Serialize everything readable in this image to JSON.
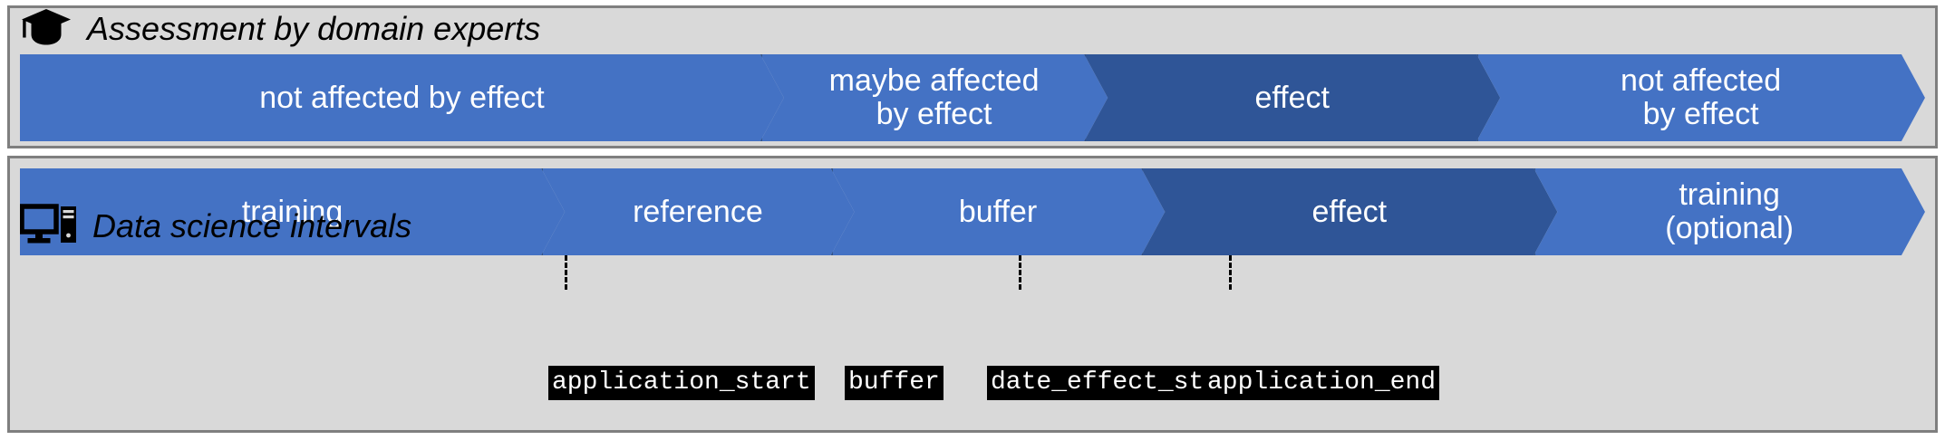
{
  "diagram": {
    "title": "Assessment by domain experts and Data science intervals timeline",
    "colors": {
      "panel_background": "#d9d9d9",
      "panel_border": "#7f7f7f",
      "segment_medium_blue": "#4472c4",
      "segment_dark_blue": "#2f5597",
      "segment_outline": "#2f4f7f",
      "segment_text": "#ffffff",
      "chip_background": "#000000",
      "chip_text": "#ffffff",
      "caption_text": "#000000"
    }
  },
  "panel_top": {
    "caption": "Assessment by domain experts",
    "icon": "graduation-cap-icon",
    "segments": [
      {
        "label": "not affected by effect",
        "shade": "medium",
        "width_pct": 40.1
      },
      {
        "label": "maybe affected\nby effect",
        "shade": "medium",
        "width_pct": 17.0
      },
      {
        "label": "effect",
        "shade": "dark",
        "width_pct": 20.6
      },
      {
        "label": "not affected\nby effect",
        "shade": "medium",
        "width_pct": 22.3
      }
    ]
  },
  "panel_bottom": {
    "caption": "Data science intervals",
    "icon": "desktop-computer-icon",
    "segments": [
      {
        "label": "training",
        "shade": "medium",
        "width_pct": 28.6
      },
      {
        "label": "reference",
        "shade": "medium",
        "width_pct": 15.2
      },
      {
        "label": "buffer",
        "shade": "medium",
        "width_pct": 16.3
      },
      {
        "label": "effect",
        "shade": "dark",
        "width_pct": 20.6
      },
      {
        "label": "training\n(optional)",
        "shade": "medium",
        "width_pct": 19.3
      }
    ],
    "markers": [
      {
        "name": "application_start",
        "left_pct": 28.6,
        "has_leader": true
      },
      {
        "name": "buffer",
        "left_pct": 45.7,
        "has_leader": false
      },
      {
        "name": "date_effect_start",
        "left_pct": 60.1,
        "has_leader": true
      },
      {
        "name": "application_end",
        "left_pct": 80.7,
        "has_leader": true
      }
    ]
  }
}
